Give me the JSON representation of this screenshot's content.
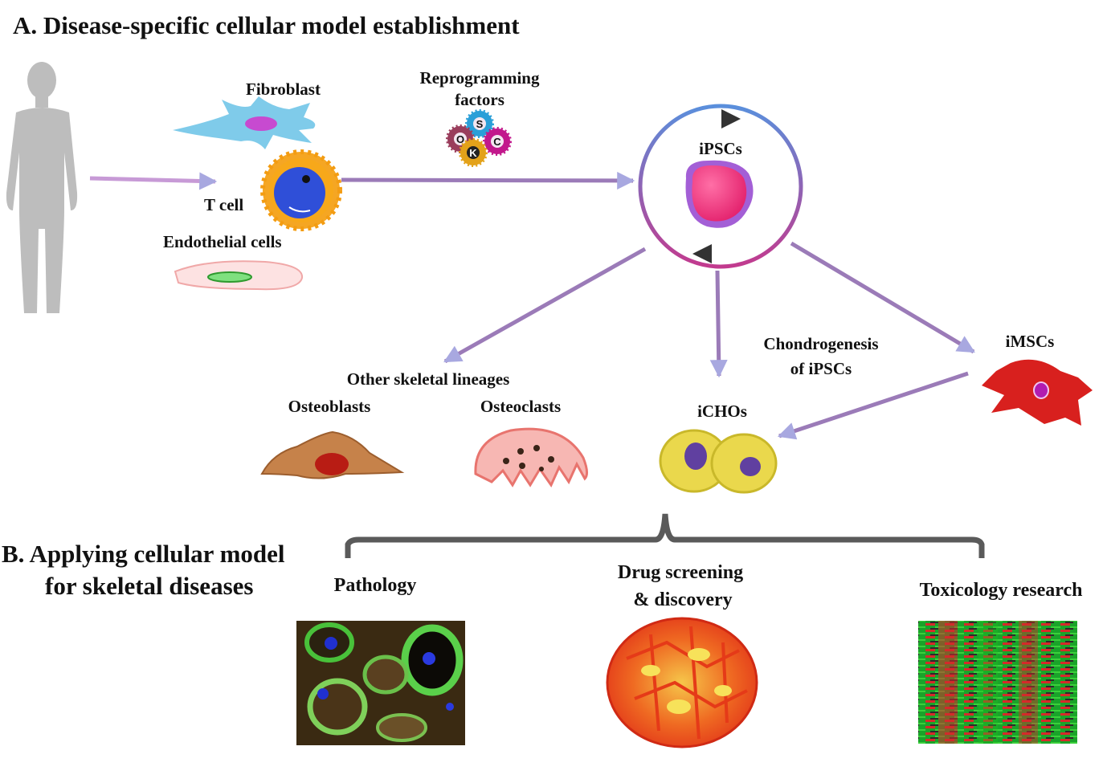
{
  "section_a": {
    "title": "A. Disease-specific cellular model establishment"
  },
  "section_b": {
    "title_line1": "B. Applying cellular model",
    "title_line2": "for skeletal diseases"
  },
  "labels": {
    "fibroblast": "Fibroblast",
    "t_cell": "T cell",
    "endothelial": "Endothelial cells",
    "reprogramming_line1": "Reprogramming",
    "reprogramming_line2": "factors",
    "ipscs": "iPSCs",
    "other_lineages": "Other skeletal lineages",
    "osteoblasts": "Osteoblasts",
    "osteoclasts": "Osteoclasts",
    "ichos": "iCHOs",
    "chondrogenesis_line1": "Chondrogenesis",
    "chondrogenesis_line2": "of iPSCs",
    "imscs": "iMSCs",
    "pathology": "Pathology",
    "drug_line1": "Drug screening",
    "drug_line2": "& discovery",
    "toxicology": "Toxicology research"
  },
  "factors": [
    {
      "letter": "S",
      "color": "#2a9fd8"
    },
    {
      "letter": "O",
      "color": "#9a3d5c"
    },
    {
      "letter": "C",
      "color": "#c2188c"
    },
    {
      "letter": "K",
      "color": "#e3a21a"
    }
  ],
  "colors": {
    "arrow": "#9b7bb8",
    "arrow_light": "#a8a8e0",
    "ipsc_cell": "#f0307a",
    "ring_blue": "#5a8fdc",
    "ring_pink": "#c23a8e"
  }
}
